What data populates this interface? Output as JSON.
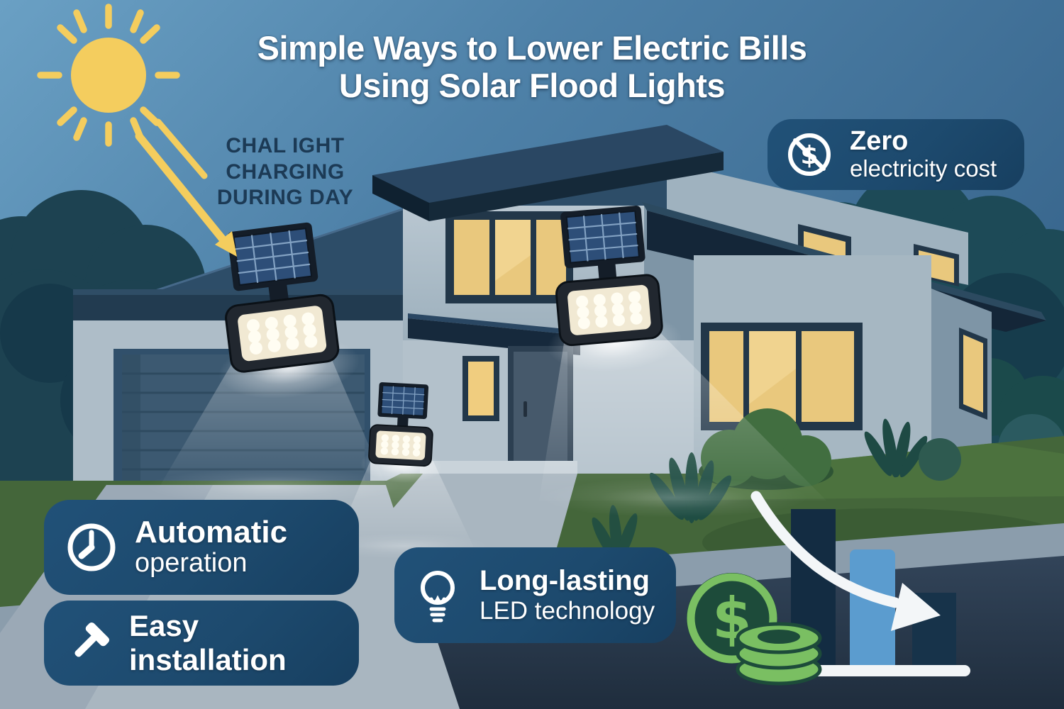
{
  "title": {
    "line1": "Simple Ways to Lower Electric Bills",
    "line2": "Using Solar Flood Lights"
  },
  "callout": {
    "line1": "CHAL IGHT",
    "line2": "CHARGING",
    "line3": "DURING DAY"
  },
  "badges": {
    "zero": {
      "heading": "Zero",
      "subheading": "electricity cost"
    },
    "automatic": {
      "heading": "Automatic",
      "subheading": "operation"
    },
    "easy": {
      "heading": "Easy installation"
    },
    "led": {
      "heading": "Long-lasting",
      "subheading": "LED technology"
    }
  },
  "symbols": {
    "currency": "$"
  },
  "colors": {
    "badge_background": "#1d4a6e",
    "sun_yellow": "#f4cd5e",
    "window_glow": "#e9c87d",
    "coin_green_light": "#7abf62",
    "coin_green_dark": "#1d4b3a",
    "bar_dark_navy": "#132c42",
    "bar_light_blue": "#5b9ccf",
    "callout_text": "#1c3a55",
    "sky_top": "#6aa0c4",
    "sky_bottom": "#3a688f"
  }
}
